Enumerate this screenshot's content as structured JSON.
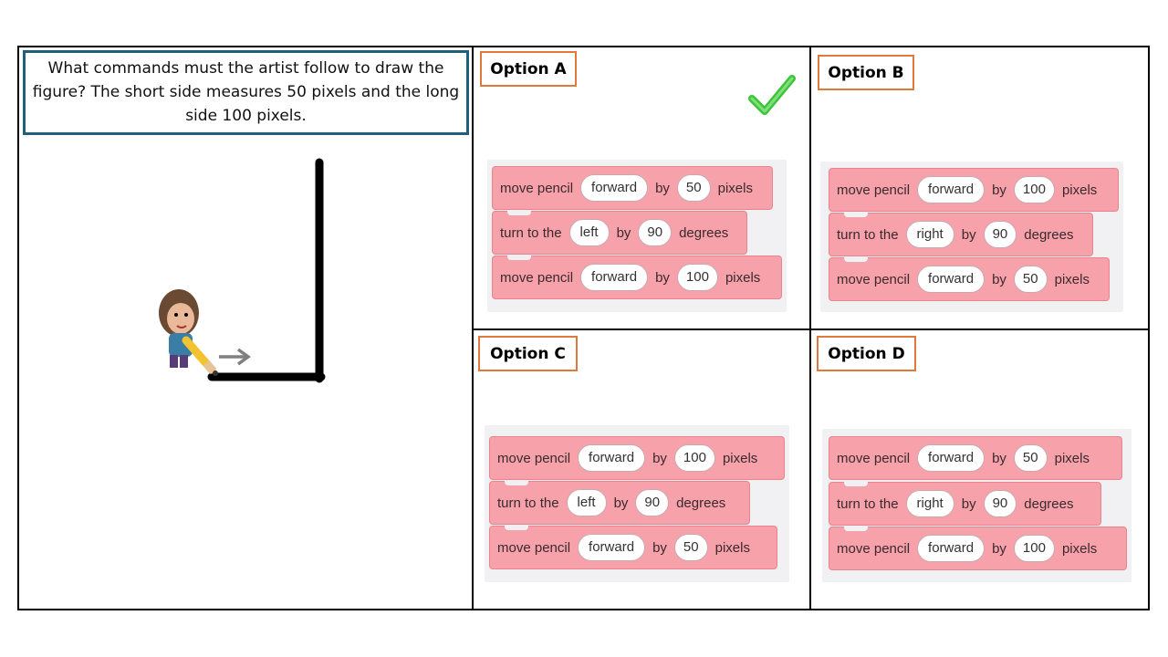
{
  "question": "What commands must the artist follow to draw the figure? The short side measures 50 pixels and the long side 100 pixels.",
  "icons": {
    "correct_mark": "checkmark-icon",
    "artist": "artist-character-icon",
    "direction": "right-arrow-icon"
  },
  "colors": {
    "question_border": "#1f5f7a",
    "label_border": "#e07a3a",
    "block_fill": "#f7a1ab",
    "check": "#3ec43a"
  },
  "options": {
    "a": {
      "label": "Option A",
      "blocks": [
        {
          "t1": "move pencil",
          "p1": "forward",
          "t2": "by",
          "p2": "50",
          "t3": "pixels"
        },
        {
          "t1": "turn to the",
          "p1": "left",
          "t2": "by",
          "p2": "90",
          "t3": "degrees"
        },
        {
          "t1": "move pencil",
          "p1": "forward",
          "t2": "by",
          "p2": "100",
          "t3": "pixels"
        }
      ]
    },
    "b": {
      "label": "Option B",
      "blocks": [
        {
          "t1": "move pencil",
          "p1": "forward",
          "t2": "by",
          "p2": "100",
          "t3": "pixels"
        },
        {
          "t1": "turn to the",
          "p1": "right",
          "t2": "by",
          "p2": "90",
          "t3": "degrees"
        },
        {
          "t1": "move pencil",
          "p1": "forward",
          "t2": "by",
          "p2": "50",
          "t3": "pixels"
        }
      ]
    },
    "c": {
      "label": "Option C",
      "blocks": [
        {
          "t1": "move pencil",
          "p1": "forward",
          "t2": "by",
          "p2": "100",
          "t3": "pixels"
        },
        {
          "t1": "turn to the",
          "p1": "left",
          "t2": "by",
          "p2": "90",
          "t3": "degrees"
        },
        {
          "t1": "move pencil",
          "p1": "forward",
          "t2": "by",
          "p2": "50",
          "t3": "pixels"
        }
      ]
    },
    "d": {
      "label": "Option D",
      "blocks": [
        {
          "t1": "move pencil",
          "p1": "forward",
          "t2": "by",
          "p2": "50",
          "t3": "pixels"
        },
        {
          "t1": "turn to the",
          "p1": "right",
          "t2": "by",
          "p2": "90",
          "t3": "degrees"
        },
        {
          "t1": "move pencil",
          "p1": "forward",
          "t2": "by",
          "p2": "100",
          "t3": "pixels"
        }
      ]
    }
  }
}
